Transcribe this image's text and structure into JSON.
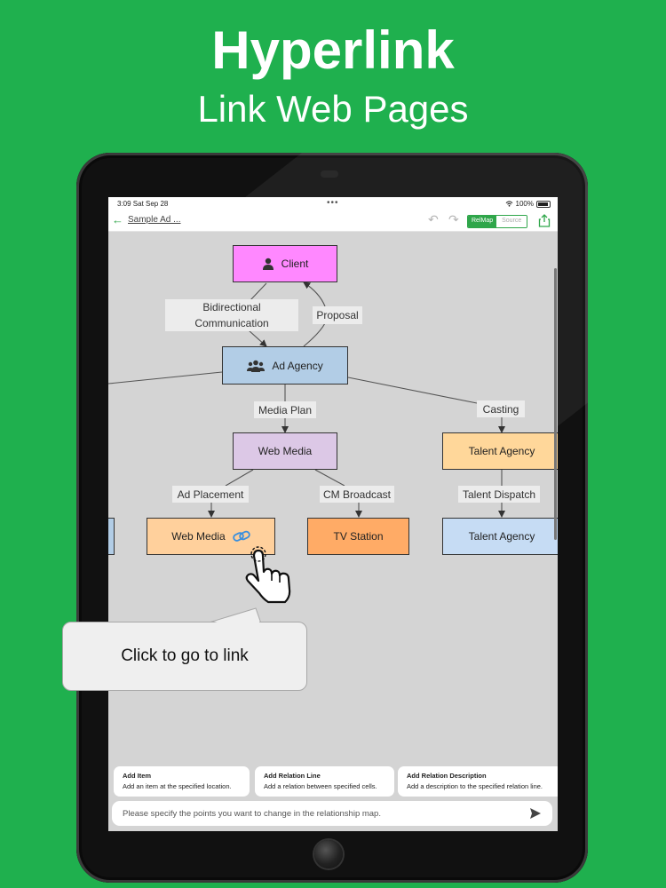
{
  "headline": {
    "title": "Hyperlink",
    "subtitle": "Link Web Pages"
  },
  "status": {
    "time": "3:09  Sat Sep 28",
    "dots": "•••",
    "battery": "100%"
  },
  "navbar": {
    "title": "Sample Ad ...",
    "seg_relmap": "RelMap",
    "seg_source": "Source"
  },
  "diagram": {
    "nodes": {
      "client": {
        "label": "Client",
        "color": "#ff88ff"
      },
      "ad_agency": {
        "label": "Ad Agency",
        "color": "#b2cde6"
      },
      "web_media_top": {
        "label": "Web Media",
        "color": "#dcc8e6"
      },
      "talent_agency_top": {
        "label": "Talent Agency",
        "color": "#ffd79a"
      },
      "web_media_link": {
        "label": "Web Media",
        "color": "#ffd09c"
      },
      "tv_station": {
        "label": "TV Station",
        "color": "#ffab66"
      },
      "talent_agency_bottom": {
        "label": "Talent Agency",
        "color": "#c6dcf4"
      }
    },
    "relations": {
      "bidirectional": "Bidirectional Communication",
      "proposal": "Proposal",
      "media_plan": "Media Plan",
      "casting": "Casting",
      "ad_placement": "Ad Placement",
      "cm_broadcast": "CM Broadcast",
      "talent_dispatch": "Talent Dispatch"
    }
  },
  "callout": {
    "text": "Click to go to link"
  },
  "suggestions": [
    {
      "title": "Add Item",
      "desc": "Add an item at the specified location."
    },
    {
      "title": "Add Relation Line",
      "desc": "Add a relation between specified cells."
    },
    {
      "title": "Add Relation Description",
      "desc": "Add a description to the specified relation line."
    }
  ],
  "prompt": {
    "placeholder": "Please specify the points you want to change in the relationship map."
  },
  "colors": {
    "background": "#1fb04e",
    "accent": "#2fa64a",
    "link_icon": "#3a8fdd"
  }
}
